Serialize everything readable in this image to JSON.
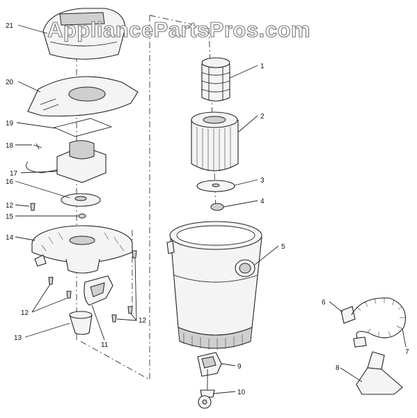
{
  "watermark": "AppliancePartsPros.com",
  "callouts": [
    {
      "id": "21",
      "label": "21"
    },
    {
      "id": "20",
      "label": "20"
    },
    {
      "id": "19",
      "label": "19"
    },
    {
      "id": "18",
      "label": "18"
    },
    {
      "id": "17",
      "label": "17"
    },
    {
      "id": "16",
      "label": "16"
    },
    {
      "id": "15",
      "label": "15"
    },
    {
      "id": "14",
      "label": "14"
    },
    {
      "id": "13",
      "label": "13"
    },
    {
      "id": "12a",
      "label": "12"
    },
    {
      "id": "12b",
      "label": "12"
    },
    {
      "id": "12c",
      "label": "12"
    },
    {
      "id": "11",
      "label": "11"
    },
    {
      "id": "10",
      "label": "10"
    },
    {
      "id": "9",
      "label": "9"
    },
    {
      "id": "8",
      "label": "8"
    },
    {
      "id": "7",
      "label": "7"
    },
    {
      "id": "6",
      "label": "6"
    },
    {
      "id": "5",
      "label": "5"
    },
    {
      "id": "4",
      "label": "4"
    },
    {
      "id": "3",
      "label": "3"
    },
    {
      "id": "2",
      "label": "2"
    },
    {
      "id": "1",
      "label": "1"
    }
  ]
}
